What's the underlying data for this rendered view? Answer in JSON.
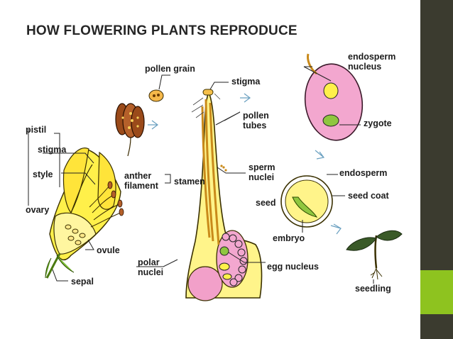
{
  "title": "HOW FLOWERING PLANTS REPRODUCE",
  "colors": {
    "sidebar": "#3b3b2f",
    "accent": "#8ec31f",
    "petal": "#fff04a",
    "pink": "#f3a7cf",
    "nucleus": "#8fc63f"
  },
  "labels": {
    "pollen_grain": "pollen grain",
    "stigma_top": "stigma",
    "pollen_tubes_1": "pollen",
    "pollen_tubes_2": "tubes",
    "endosperm_nucleus_1": "endosperm",
    "endosperm_nucleus_2": "nucleus",
    "zygote": "zygote",
    "pistil": "pistil",
    "stigma_left": "stigma",
    "style": "style",
    "ovary": "ovary",
    "anther": "anther",
    "filament": "filament",
    "stamen": "stamen",
    "sperm_nuclei_1": "sperm",
    "sperm_nuclei_2": "nuclei",
    "endosperm": "endosperm",
    "seed_coat": "seed coat",
    "seed": "seed",
    "embryo": "embryo",
    "ovule": "ovule",
    "polar_nuclei_1": "polar",
    "polar_nuclei_2": "nuclei",
    "egg_nucleus": "egg nucleus",
    "sepal": "sepal",
    "seedling": "seedling"
  }
}
